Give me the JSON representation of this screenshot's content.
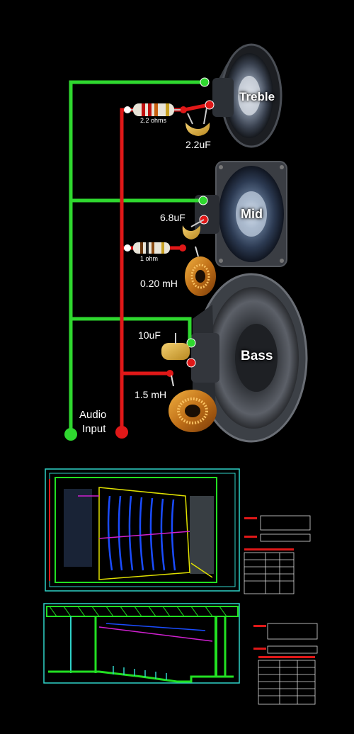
{
  "speakers": {
    "treble": "Treble",
    "mid": "Mid",
    "bass": "Bass"
  },
  "components": {
    "treble_resistor": "2.2 ohms",
    "treble_capacitor": "2.2uF",
    "mid_capacitor": "6.8uF",
    "mid_resistor": "1 ohm",
    "mid_inductor": "0.20 mH",
    "bass_capacitor": "10uF",
    "bass_inductor": "1.5 mH"
  },
  "input": {
    "line1": "Audio",
    "line2": "Input"
  },
  "colors": {
    "positive_wire": "#e01818",
    "negative_wire": "#2fd82f",
    "cad_frame": "#2fd2c8",
    "cad_floor": "#22e022",
    "cad_seats": "#1a4cff",
    "cad_accent": "#e0e000",
    "cad_magenta": "#d020d0"
  }
}
